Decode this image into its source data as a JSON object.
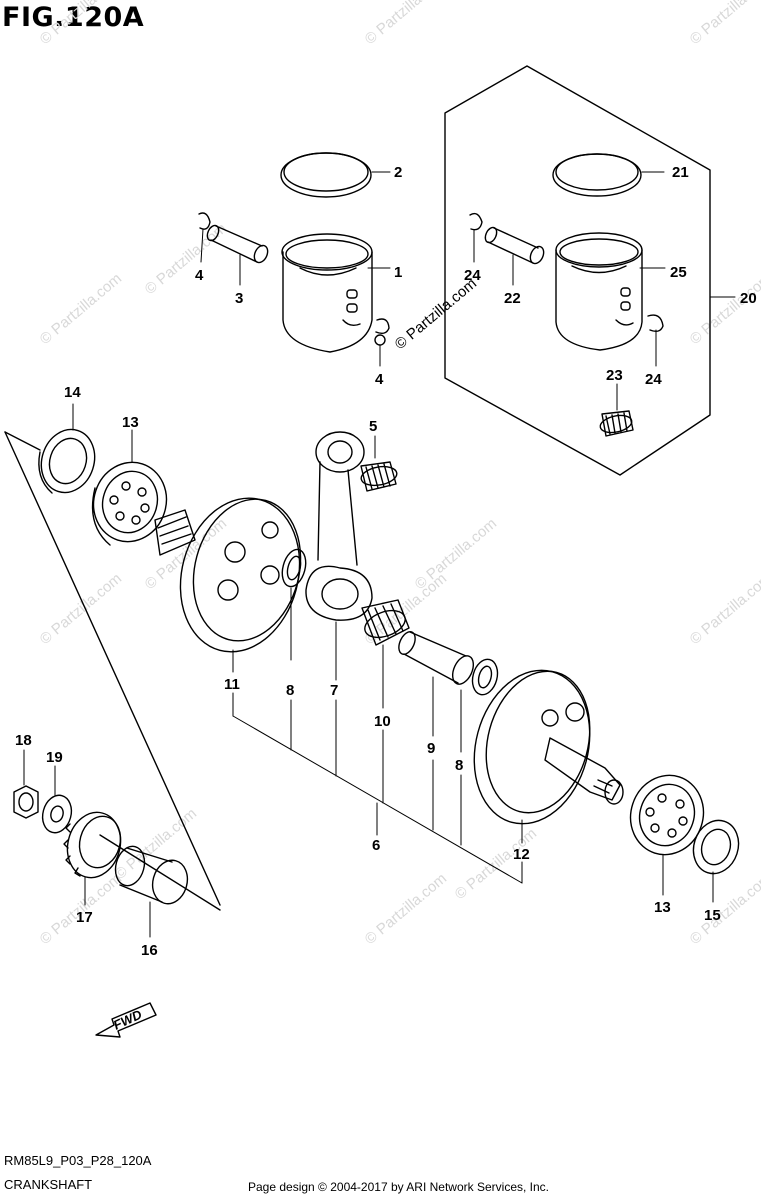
{
  "figure": {
    "title": "FIG.120A",
    "code": "RM85L9_P03_P28_120A",
    "name": "CRANKSHAFT",
    "copyright": "Page design © 2004-2017 by ARI Network Services, Inc."
  },
  "watermark": {
    "text": "© Partzilla.com",
    "color": "#d8d8d8"
  },
  "fwd_label": "FWD",
  "callouts": [
    {
      "id": "c1",
      "label": "1"
    },
    {
      "id": "c2",
      "label": "2"
    },
    {
      "id": "c3",
      "label": "3"
    },
    {
      "id": "c4a",
      "label": "4"
    },
    {
      "id": "c4b",
      "label": "4"
    },
    {
      "id": "c5",
      "label": "5"
    },
    {
      "id": "c6",
      "label": "6"
    },
    {
      "id": "c7",
      "label": "7"
    },
    {
      "id": "c8a",
      "label": "8"
    },
    {
      "id": "c8b",
      "label": "8"
    },
    {
      "id": "c9",
      "label": "9"
    },
    {
      "id": "c10",
      "label": "10"
    },
    {
      "id": "c11",
      "label": "11"
    },
    {
      "id": "c12",
      "label": "12"
    },
    {
      "id": "c13a",
      "label": "13"
    },
    {
      "id": "c13b",
      "label": "13"
    },
    {
      "id": "c14",
      "label": "14"
    },
    {
      "id": "c15",
      "label": "15"
    },
    {
      "id": "c16",
      "label": "16"
    },
    {
      "id": "c17",
      "label": "17"
    },
    {
      "id": "c18",
      "label": "18"
    },
    {
      "id": "c19",
      "label": "19"
    },
    {
      "id": "c20",
      "label": "20"
    },
    {
      "id": "c21",
      "label": "21"
    },
    {
      "id": "c22",
      "label": "22"
    },
    {
      "id": "c23",
      "label": "23"
    },
    {
      "id": "c24a",
      "label": "24"
    },
    {
      "id": "c24b",
      "label": "24"
    },
    {
      "id": "c25",
      "label": "25"
    }
  ]
}
